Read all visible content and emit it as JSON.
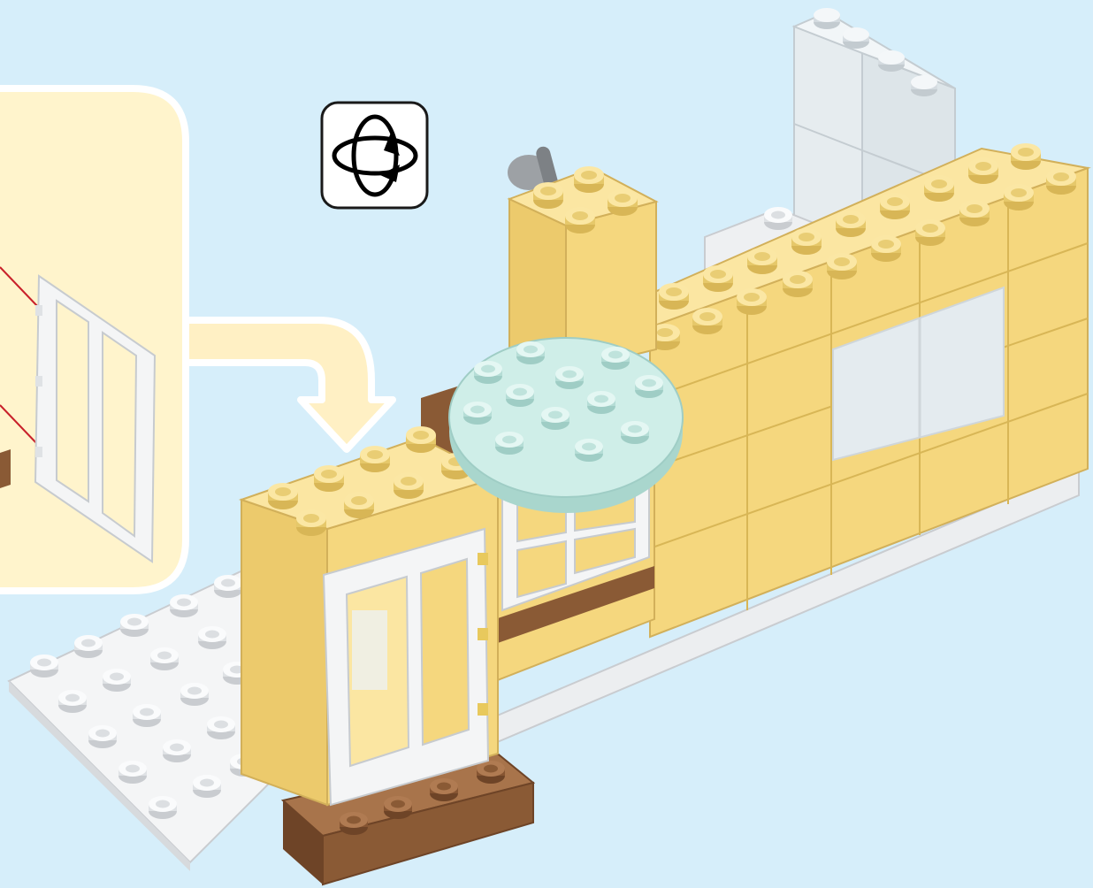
{
  "page": {
    "background_color": "#d6eefa"
  },
  "callout": {
    "panel_color": "#fff4cc",
    "border_color": "#ffffff",
    "arrow_color": "#fff0c4",
    "guide_line_color": "#c8202a",
    "part": "door-frame-piece"
  },
  "rotate_button": {
    "icon": "rotate-model-icon",
    "label": ""
  },
  "model": {
    "brick_yellow": "#f5d77e",
    "brick_yellow_light": "#fbe6a2",
    "brick_yellow_dark": "#d8b656",
    "brown": "#8a5a35",
    "brown_light": "#a8744b",
    "white_plate": "#f2f3f4",
    "round_plate": "#cfeee8",
    "transparent": "#e3ecf0",
    "parts": [
      "yellow-wall",
      "door-frame",
      "window-frame",
      "round-plate",
      "transparent-bricks",
      "base-plate",
      "brown-plate",
      "lever"
    ]
  }
}
